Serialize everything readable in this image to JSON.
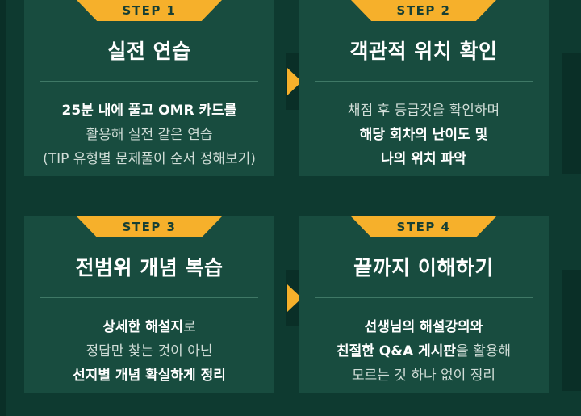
{
  "steps": [
    {
      "step_label": "STEP 1",
      "title": "실전 연습",
      "lines": [
        {
          "parts": [
            {
              "text": "25분 내에 풀고 OMR 카드를",
              "bold": true
            }
          ]
        },
        {
          "parts": [
            {
              "text": "활용해 실전 같은 연습",
              "bold": false
            }
          ]
        },
        {
          "parts": [
            {
              "text": "(TIP 유형별 문제풀이 순서 정해보기)",
              "bold": false
            }
          ]
        }
      ]
    },
    {
      "step_label": "STEP 2",
      "title": "객관적 위치 확인",
      "lines": [
        {
          "parts": [
            {
              "text": "채점 후 등급컷을 확인하며",
              "bold": false
            }
          ]
        },
        {
          "parts": [
            {
              "text": "해당 회차의 난이도 및",
              "bold": true
            }
          ]
        },
        {
          "parts": [
            {
              "text": "나의 위치 파악",
              "bold": true
            }
          ]
        }
      ]
    },
    {
      "step_label": "STEP 3",
      "title": "전범위 개념 복습",
      "lines": [
        {
          "parts": [
            {
              "text": "상세한 해설지",
              "bold": true
            },
            {
              "text": "로",
              "bold": false
            }
          ]
        },
        {
          "parts": [
            {
              "text": "정답만 찾는 것이 아닌",
              "bold": false
            }
          ]
        },
        {
          "parts": [
            {
              "text": "선지별 개념 확실하게 정리",
              "bold": true
            }
          ]
        }
      ]
    },
    {
      "step_label": "STEP 4",
      "title": "끝까지 이해하기",
      "lines": [
        {
          "parts": [
            {
              "text": "선생님의 해설강의와",
              "bold": true
            }
          ]
        },
        {
          "parts": [
            {
              "text": "친절한 Q&A 게시판",
              "bold": true
            },
            {
              "text": "을 활용해",
              "bold": false
            }
          ]
        },
        {
          "parts": [
            {
              "text": "모르는 것 하나 없이 정리",
              "bold": false
            }
          ]
        }
      ]
    }
  ],
  "colors": {
    "background": "#0e3a30",
    "card": "#184c3f",
    "accent": "#f6b02b",
    "divider": "#3f7866",
    "text": "#ffffff"
  }
}
